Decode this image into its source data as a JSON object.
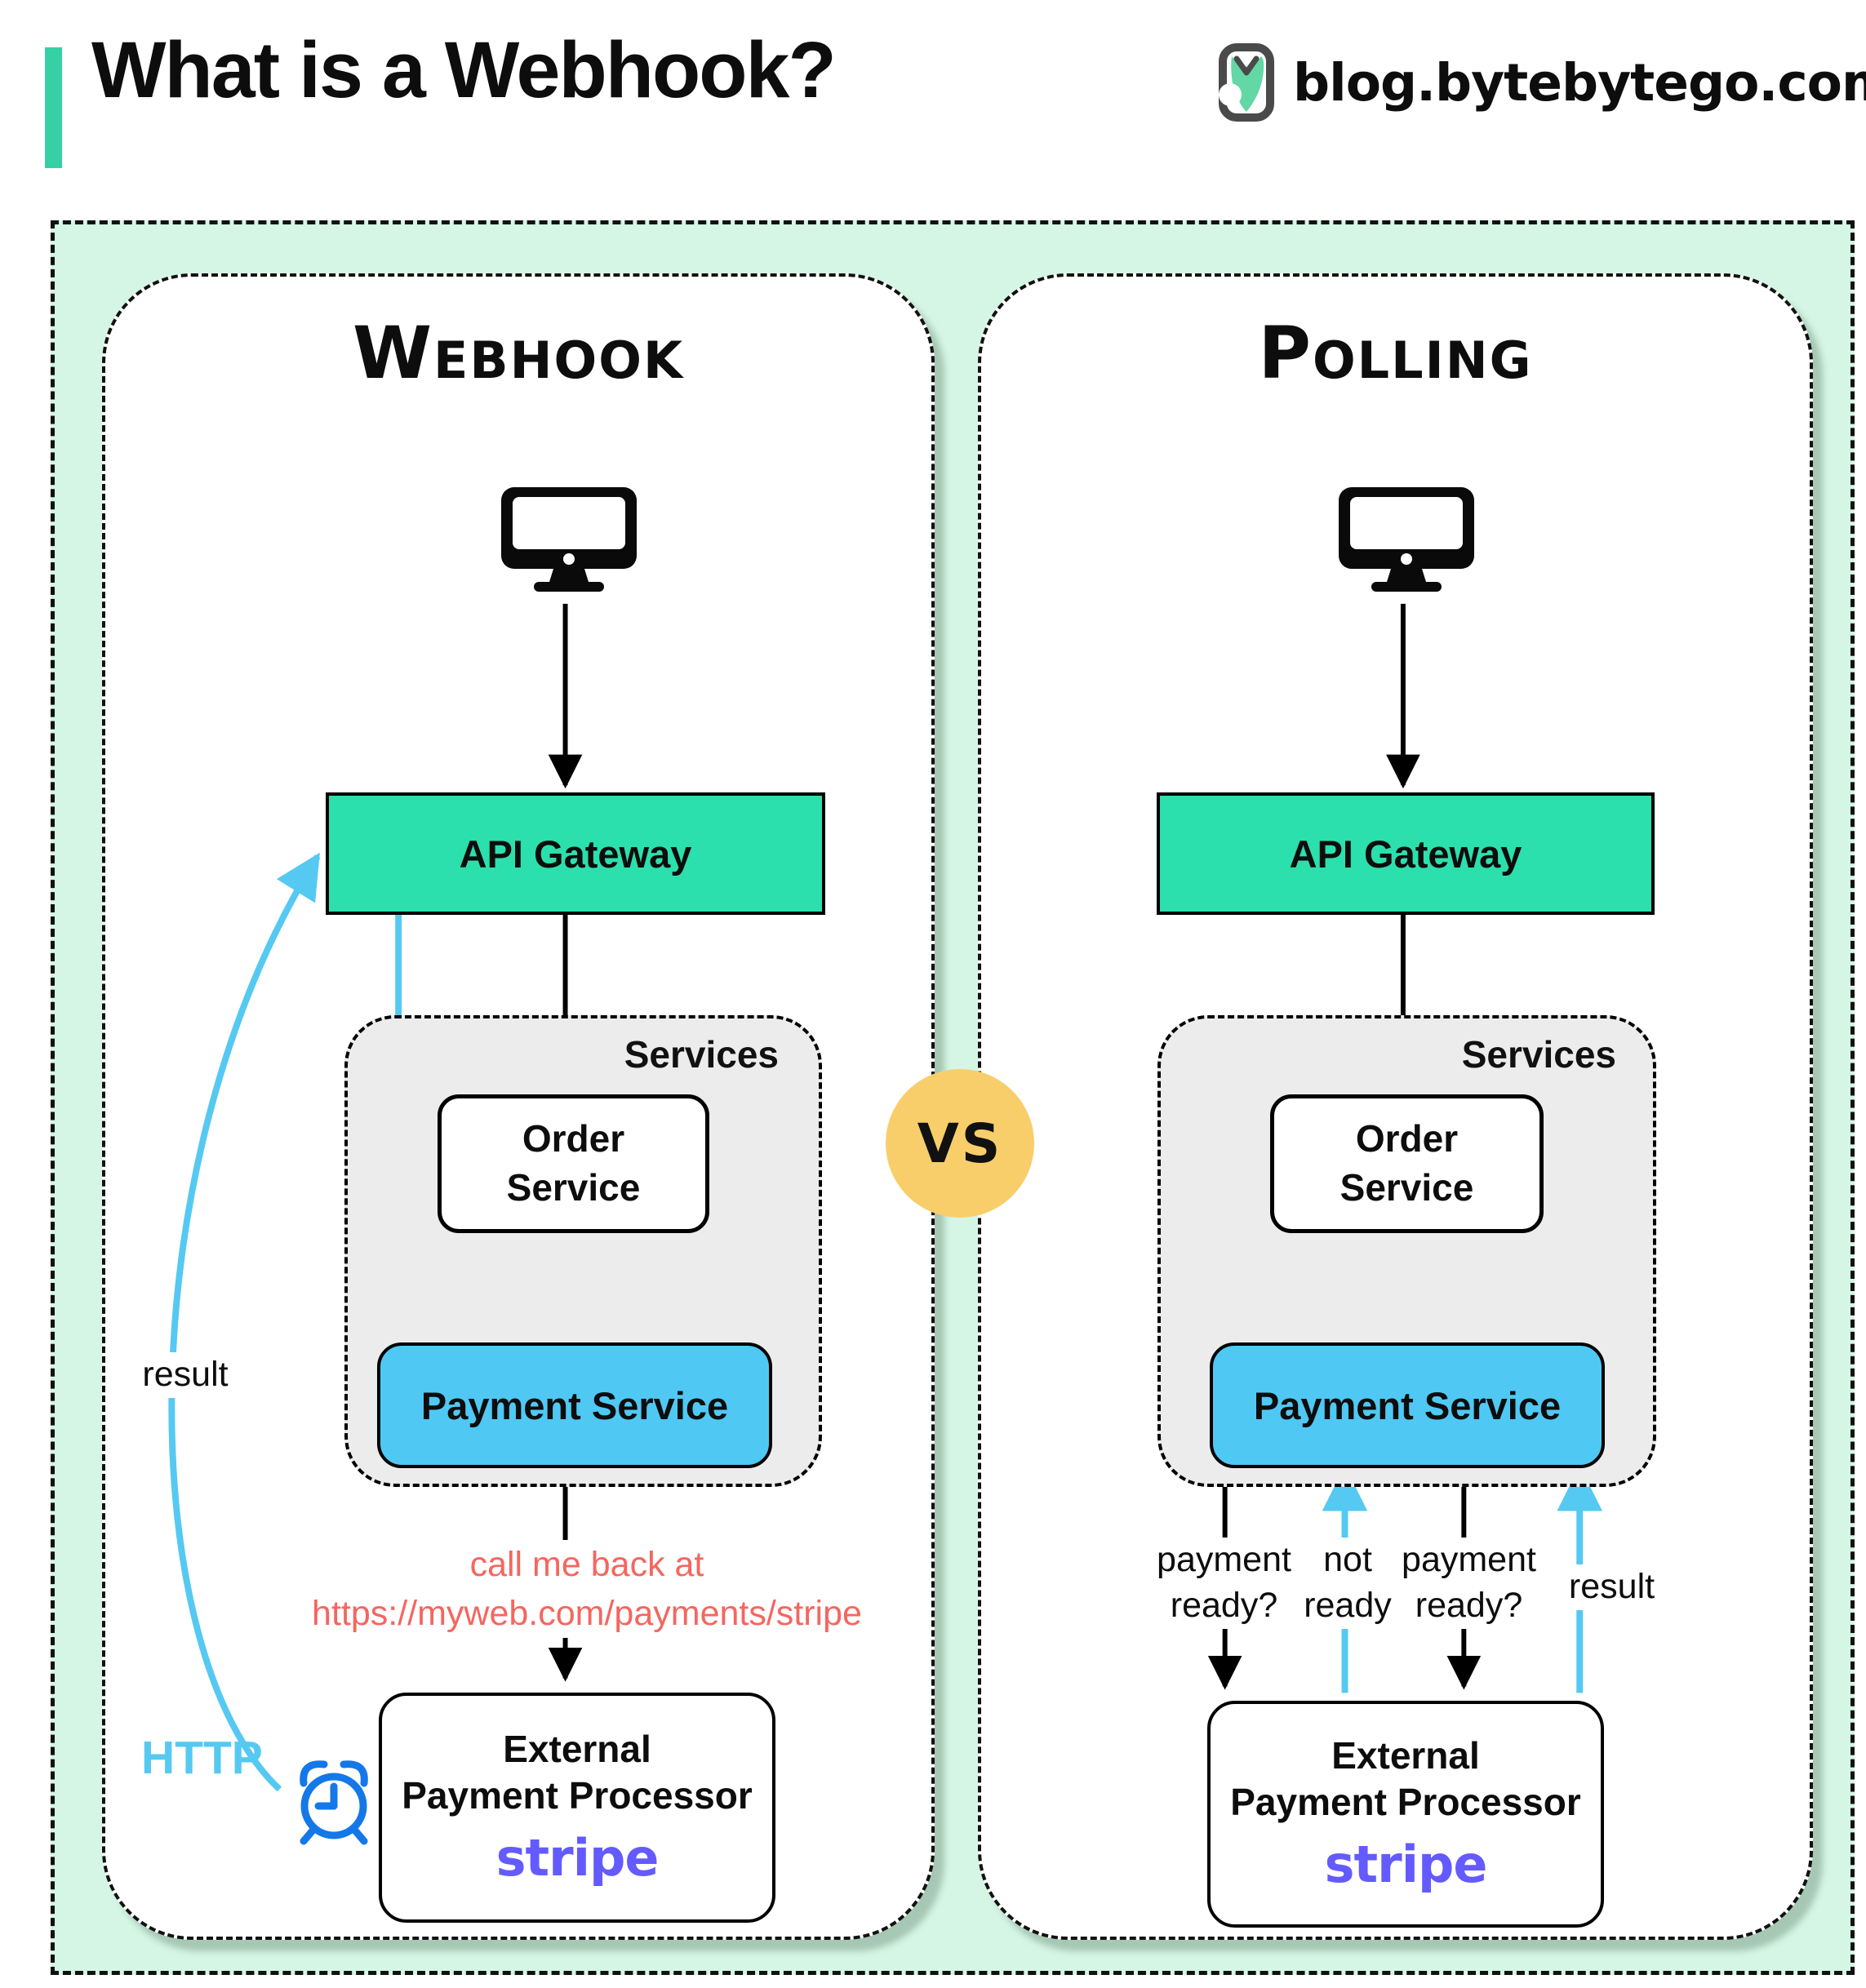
{
  "header": {
    "title": "What is a Webhook?",
    "logo_text": "blog.bytebytego.com"
  },
  "vs": {
    "label": "VS"
  },
  "webhook": {
    "title": "Webhook",
    "api_gateway": "API Gateway",
    "services": "Services",
    "order_line1": "Order",
    "order_line2": "Service",
    "payment": "Payment Service",
    "callback_line1": "call me back at",
    "callback_line2": "https://myweb.com/payments/stripe",
    "result": "result",
    "http": "HTTP",
    "external_line1": "External",
    "external_line2": "Payment Processor",
    "stripe": "stripe"
  },
  "polling": {
    "title": "Polling",
    "api_gateway": "API Gateway",
    "services": "Services",
    "order_line1": "Order",
    "order_line2": "Service",
    "payment": "Payment Service",
    "external_line1": "External",
    "external_line2": "Payment Processor",
    "stripe": "stripe",
    "q1_line1": "payment",
    "q1_line2": "ready?",
    "not_line1": "not",
    "not_line2": "ready",
    "q2_line1": "payment",
    "q2_line2": "ready?",
    "result": "result"
  },
  "colors": {
    "accent_teal": "#35d1a5",
    "api_gateway_fill": "#2be0ac",
    "payment_service_fill": "#4fc8f4",
    "services_fill": "#ececec",
    "arrow_blue": "#55c9f2",
    "callback_red": "#f5665f",
    "stripe_purple": "#635bff",
    "vs_yellow": "#f8ce6b",
    "canvas_green": "#d5f6e4",
    "clock_blue": "#1478e8"
  }
}
